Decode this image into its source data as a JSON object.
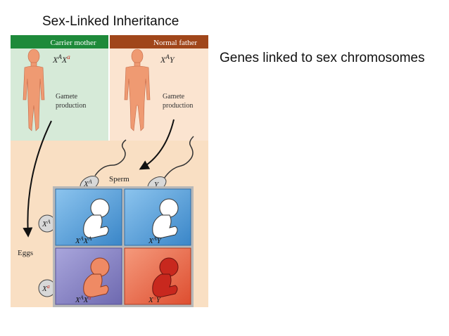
{
  "slide": {
    "title": "Sex-Linked Inheritance",
    "side_text": "Genes linked to sex chromosomes"
  },
  "figure": {
    "mother": {
      "header": "Carrier mother",
      "genotype_base": "X",
      "genotype_sup1": "A",
      "genotype_base2": "X",
      "genotype_sup2": "a",
      "gamete_line1": "Gamete",
      "gamete_line2": "production"
    },
    "father": {
      "header": "Normal father",
      "genotype_base": "X",
      "genotype_sup1": "A",
      "genotype_y": "Y",
      "gamete_line1": "Gamete",
      "gamete_line2": "production"
    },
    "sperm_label": "Sperm",
    "eggs_label": "Eggs",
    "sperm_chromosomes": [
      {
        "base": "X",
        "sup": "A"
      },
      {
        "base": "Y",
        "sup": ""
      }
    ],
    "egg_chromosomes": [
      {
        "base": "X",
        "sup": "A"
      },
      {
        "base": "X",
        "sup": "a"
      }
    ],
    "offspring": [
      {
        "base1": "X",
        "sup1": "A",
        "base2": "X",
        "sup2": "A"
      },
      {
        "base1": "X",
        "sup1": "A",
        "base2": "Y",
        "sup2": ""
      },
      {
        "base1": "X",
        "sup1": "A",
        "base2": "X",
        "sup2": "a"
      },
      {
        "base1": "X",
        "sup1": "a",
        "base2": "Y",
        "sup2": ""
      }
    ],
    "colors": {
      "mother_header": "#1e8a3a",
      "father_header": "#a0461a",
      "mother_panel": "#d6ead8",
      "father_panel": "#fbe4d0",
      "lower_panel": "#f9dfc3",
      "cell_blue": "#5aa2dc",
      "cell_purple": "#8a86c6",
      "cell_red": "#ea6a4a",
      "person": "#ef9a72",
      "recessive_red": "#c8281e"
    }
  }
}
